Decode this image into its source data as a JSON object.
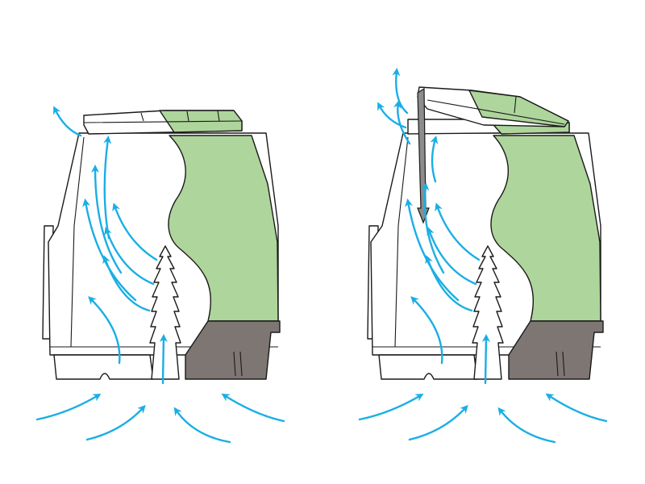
{
  "colors": {
    "background": "#ffffff",
    "outline": "#1a1a1a",
    "filter_green": "#aed59b",
    "base_dark": "#7d7673",
    "airflow_blue": "#1aaee5",
    "rod_grey": "#8c8c8c"
  },
  "panels": [
    {
      "name": "lid-closed-unit",
      "lid_state": "closed",
      "indicator_rod": false
    },
    {
      "name": "lid-open-unit",
      "lid_state": "open",
      "indicator_rod": true
    }
  ],
  "icons": [
    "airflow-arrow-icon",
    "indicator-rod-icon"
  ]
}
